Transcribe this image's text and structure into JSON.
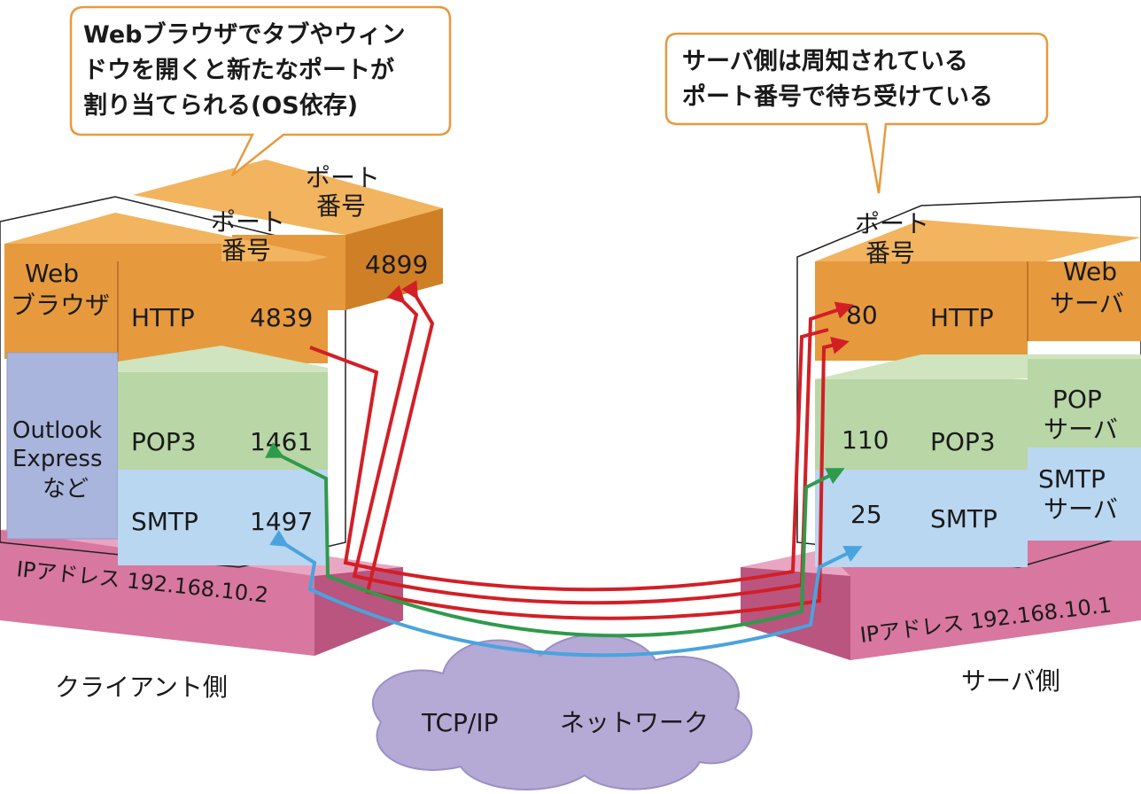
{
  "callouts": {
    "client": [
      "Webブラウザでタブやウィン",
      "ドウを開くと新たなポートが",
      "割り当てられる(OS依存)"
    ],
    "server": [
      "サーバ側は周知されている",
      "ポート番号で待ち受けている"
    ]
  },
  "port_label_lines": [
    "ポート",
    "番号"
  ],
  "client": {
    "caption": "クライアント側",
    "ip_label": "IPアドレス 192.168.10.2",
    "web_app": [
      "Web",
      "ブラウザ"
    ],
    "mail_app": [
      "Outlook",
      "Express",
      "など"
    ],
    "protocols": {
      "http": "HTTP",
      "pop3": "POP3",
      "smtp": "SMTP"
    },
    "ports": {
      "http": "4839",
      "http2": "4899",
      "pop3": "1461",
      "smtp": "1497"
    }
  },
  "server": {
    "caption": "サーバ側",
    "ip_label": "IPアドレス 192.168.10.1",
    "web_app": [
      "Web",
      "サーバ"
    ],
    "pop_app": [
      "POP",
      "サーバ"
    ],
    "smtp_app": [
      "SMTP",
      "サーバ"
    ],
    "protocols": {
      "http": "HTTP",
      "pop3": "POP3",
      "smtp": "SMTP"
    },
    "ports": {
      "http": "80",
      "pop3": "110",
      "smtp": "25"
    }
  },
  "network": {
    "label_a": "TCP/IP",
    "label_b": "ネットワーク"
  },
  "colors": {
    "http": "#d21f26",
    "pop3": "#2f9a4b",
    "smtp": "#4aa3de",
    "orange": "#e69a3d",
    "green": "#b9d6a6",
    "blue": "#b9d7f1",
    "purple": "#a9b5dd",
    "pink": "#d8779f",
    "cloud": "#b5a9d6"
  }
}
